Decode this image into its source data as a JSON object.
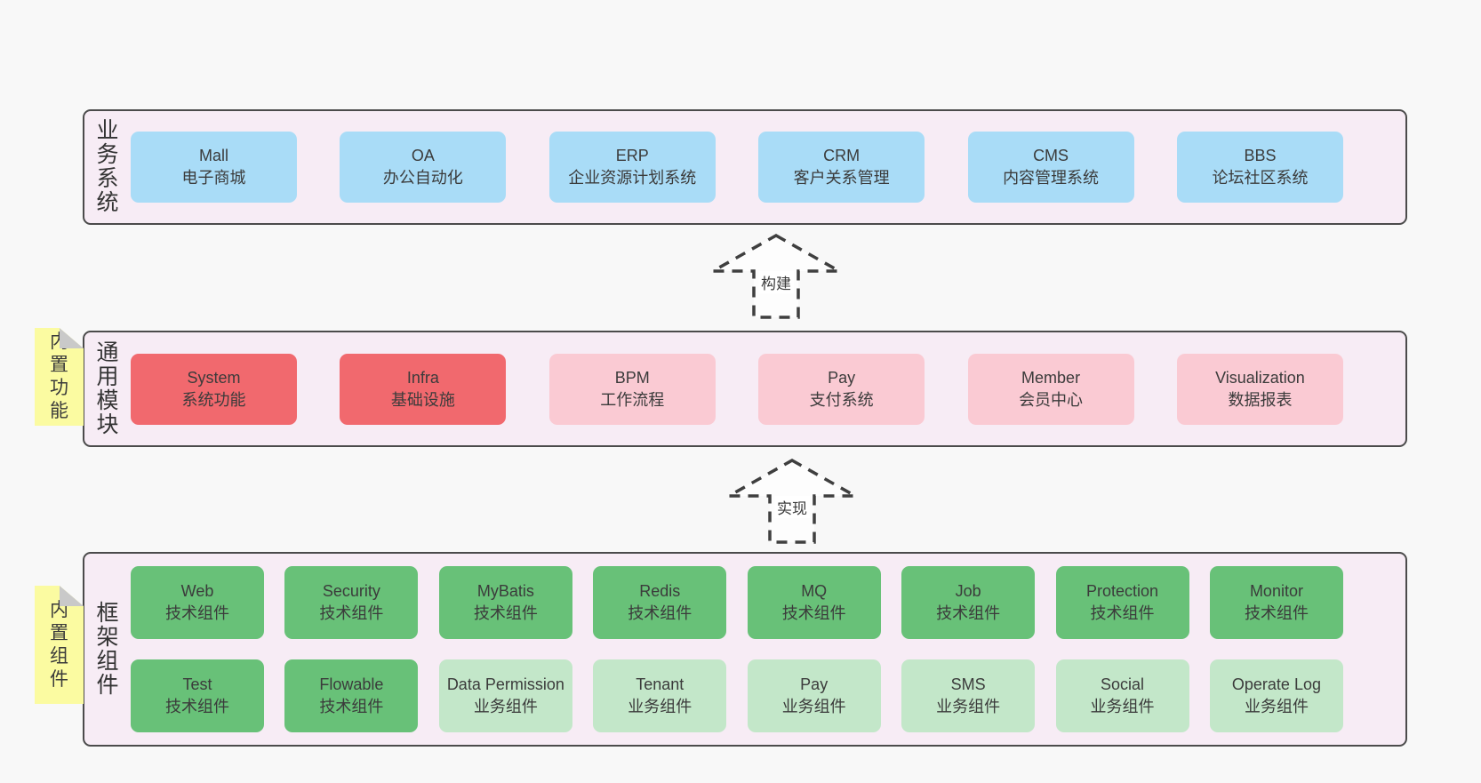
{
  "colors": {
    "page_bg": "#f8f8f8",
    "layer_bg": "#f7ecf5",
    "layer_border": "#4b4b4b",
    "blue": "#a9dcf7",
    "red": "#f1696e",
    "pink": "#facad3",
    "green": "#68c178",
    "light_green": "#c3e7c9",
    "note_bg": "#fbfba1",
    "note_fold": "#c9c9c9",
    "text": "#3b3b3b",
    "arrow_stroke": "#3f3f3f"
  },
  "arrows": [
    {
      "label": "构建"
    },
    {
      "label": "实现"
    }
  ],
  "layers": [
    {
      "label": "业务系统",
      "rows": [
        [
          {
            "id": "mall",
            "en": "Mall",
            "zh": "电子商城",
            "color": "blue"
          },
          {
            "id": "oa",
            "en": "OA",
            "zh": "办公自动化",
            "color": "blue"
          },
          {
            "id": "erp",
            "en": "ERP",
            "zh": "企业资源计划系统",
            "color": "blue"
          },
          {
            "id": "crm",
            "en": "CRM",
            "zh": "客户关系管理",
            "color": "blue"
          },
          {
            "id": "cms",
            "en": "CMS",
            "zh": "内容管理系统",
            "color": "blue"
          },
          {
            "id": "bbs",
            "en": "BBS",
            "zh": "论坛社区系统",
            "color": "blue"
          }
        ]
      ]
    },
    {
      "label": "通用模块",
      "note": "内置功能",
      "rows": [
        [
          {
            "id": "system",
            "en": "System",
            "zh": "系统功能",
            "color": "red"
          },
          {
            "id": "infra",
            "en": "Infra",
            "zh": "基础设施",
            "color": "red"
          },
          {
            "id": "bpm",
            "en": "BPM",
            "zh": "工作流程",
            "color": "pink"
          },
          {
            "id": "pay-module",
            "en": "Pay",
            "zh": "支付系统",
            "color": "pink"
          },
          {
            "id": "member",
            "en": "Member",
            "zh": "会员中心",
            "color": "pink"
          },
          {
            "id": "visualization",
            "en": "Visualization",
            "zh": "数据报表",
            "color": "pink"
          }
        ]
      ]
    },
    {
      "label": "框架组件",
      "note": "内置组件",
      "rows": [
        [
          {
            "id": "web",
            "en": "Web",
            "zh": "技术组件",
            "color": "green"
          },
          {
            "id": "security",
            "en": "Security",
            "zh": "技术组件",
            "color": "green"
          },
          {
            "id": "mybatis",
            "en": "MyBatis",
            "zh": "技术组件",
            "color": "green"
          },
          {
            "id": "redis",
            "en": "Redis",
            "zh": "技术组件",
            "color": "green"
          },
          {
            "id": "mq",
            "en": "MQ",
            "zh": "技术组件",
            "color": "green"
          },
          {
            "id": "job",
            "en": "Job",
            "zh": "技术组件",
            "color": "green"
          },
          {
            "id": "protection",
            "en": "Protection",
            "zh": "技术组件",
            "color": "green"
          },
          {
            "id": "monitor",
            "en": "Monitor",
            "zh": "技术组件",
            "color": "green"
          }
        ],
        [
          {
            "id": "test",
            "en": "Test",
            "zh": "技术组件",
            "color": "green"
          },
          {
            "id": "flowable",
            "en": "Flowable",
            "zh": "技术组件",
            "color": "green"
          },
          {
            "id": "data-permission",
            "en": "Data Permission",
            "zh": "业务组件",
            "color": "light_green"
          },
          {
            "id": "tenant",
            "en": "Tenant",
            "zh": "业务组件",
            "color": "light_green"
          },
          {
            "id": "pay-component",
            "en": "Pay",
            "zh": "业务组件",
            "color": "light_green"
          },
          {
            "id": "sms",
            "en": "SMS",
            "zh": "业务组件",
            "color": "light_green"
          },
          {
            "id": "social",
            "en": "Social",
            "zh": "业务组件",
            "color": "light_green"
          },
          {
            "id": "operate-log",
            "en": "Operate Log",
            "zh": "业务组件",
            "color": "light_green"
          }
        ]
      ]
    }
  ]
}
